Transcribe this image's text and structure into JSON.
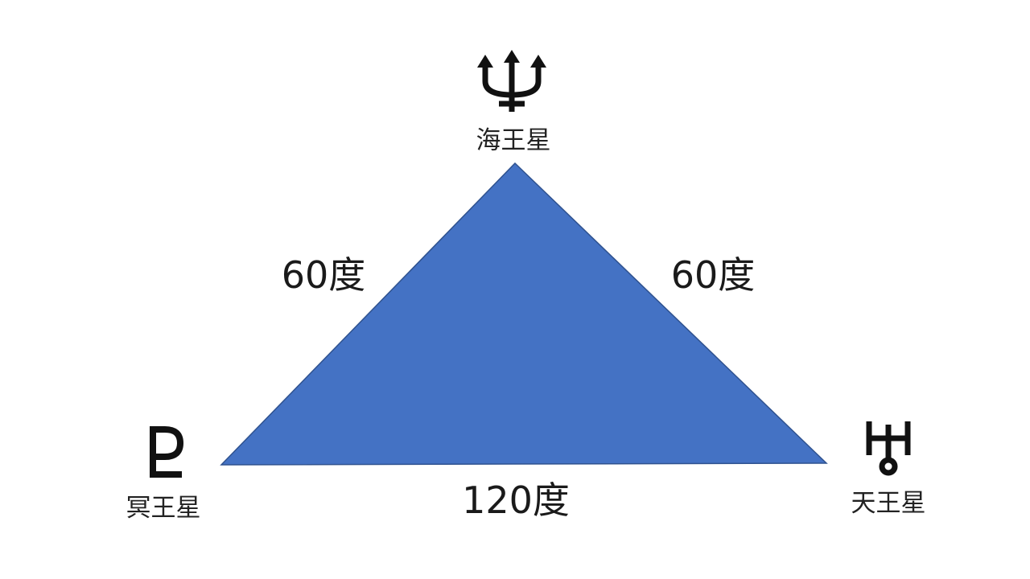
{
  "diagram": {
    "colors": {
      "triangle_fill": "#4472c4",
      "triangle_stroke": "#2f528f",
      "symbol": "#111111",
      "text": "#222222"
    },
    "nodes": [
      {
        "id": "neptune",
        "label": "海王星",
        "symbol": "neptune-symbol"
      },
      {
        "id": "pluto",
        "label": "冥王星",
        "symbol": "pluto-symbol"
      },
      {
        "id": "uranus",
        "label": "天王星",
        "symbol": "uranus-symbol"
      }
    ],
    "edges": [
      {
        "from": "neptune",
        "to": "pluto",
        "label": "60度"
      },
      {
        "from": "neptune",
        "to": "uranus",
        "label": "60度"
      },
      {
        "from": "pluto",
        "to": "uranus",
        "label": "120度"
      }
    ]
  }
}
